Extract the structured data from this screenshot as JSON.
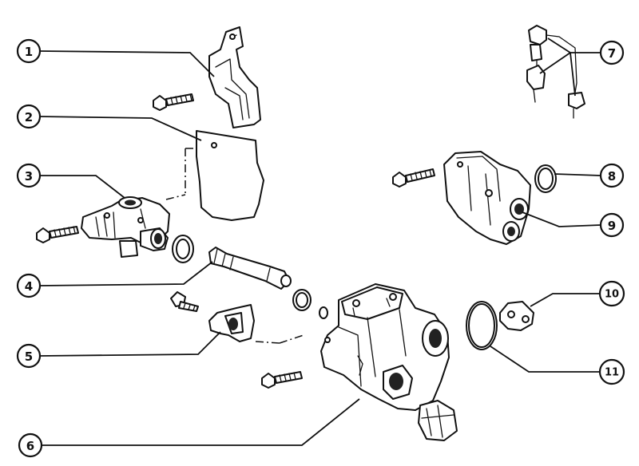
{
  "callouts": [
    {
      "id": "1"
    },
    {
      "id": "2"
    },
    {
      "id": "3"
    },
    {
      "id": "4"
    },
    {
      "id": "5"
    },
    {
      "id": "6"
    },
    {
      "id": "7"
    },
    {
      "id": "8"
    },
    {
      "id": "9"
    },
    {
      "id": "10"
    },
    {
      "id": "11"
    }
  ],
  "line_color": "#111111",
  "background": "#ffffff"
}
